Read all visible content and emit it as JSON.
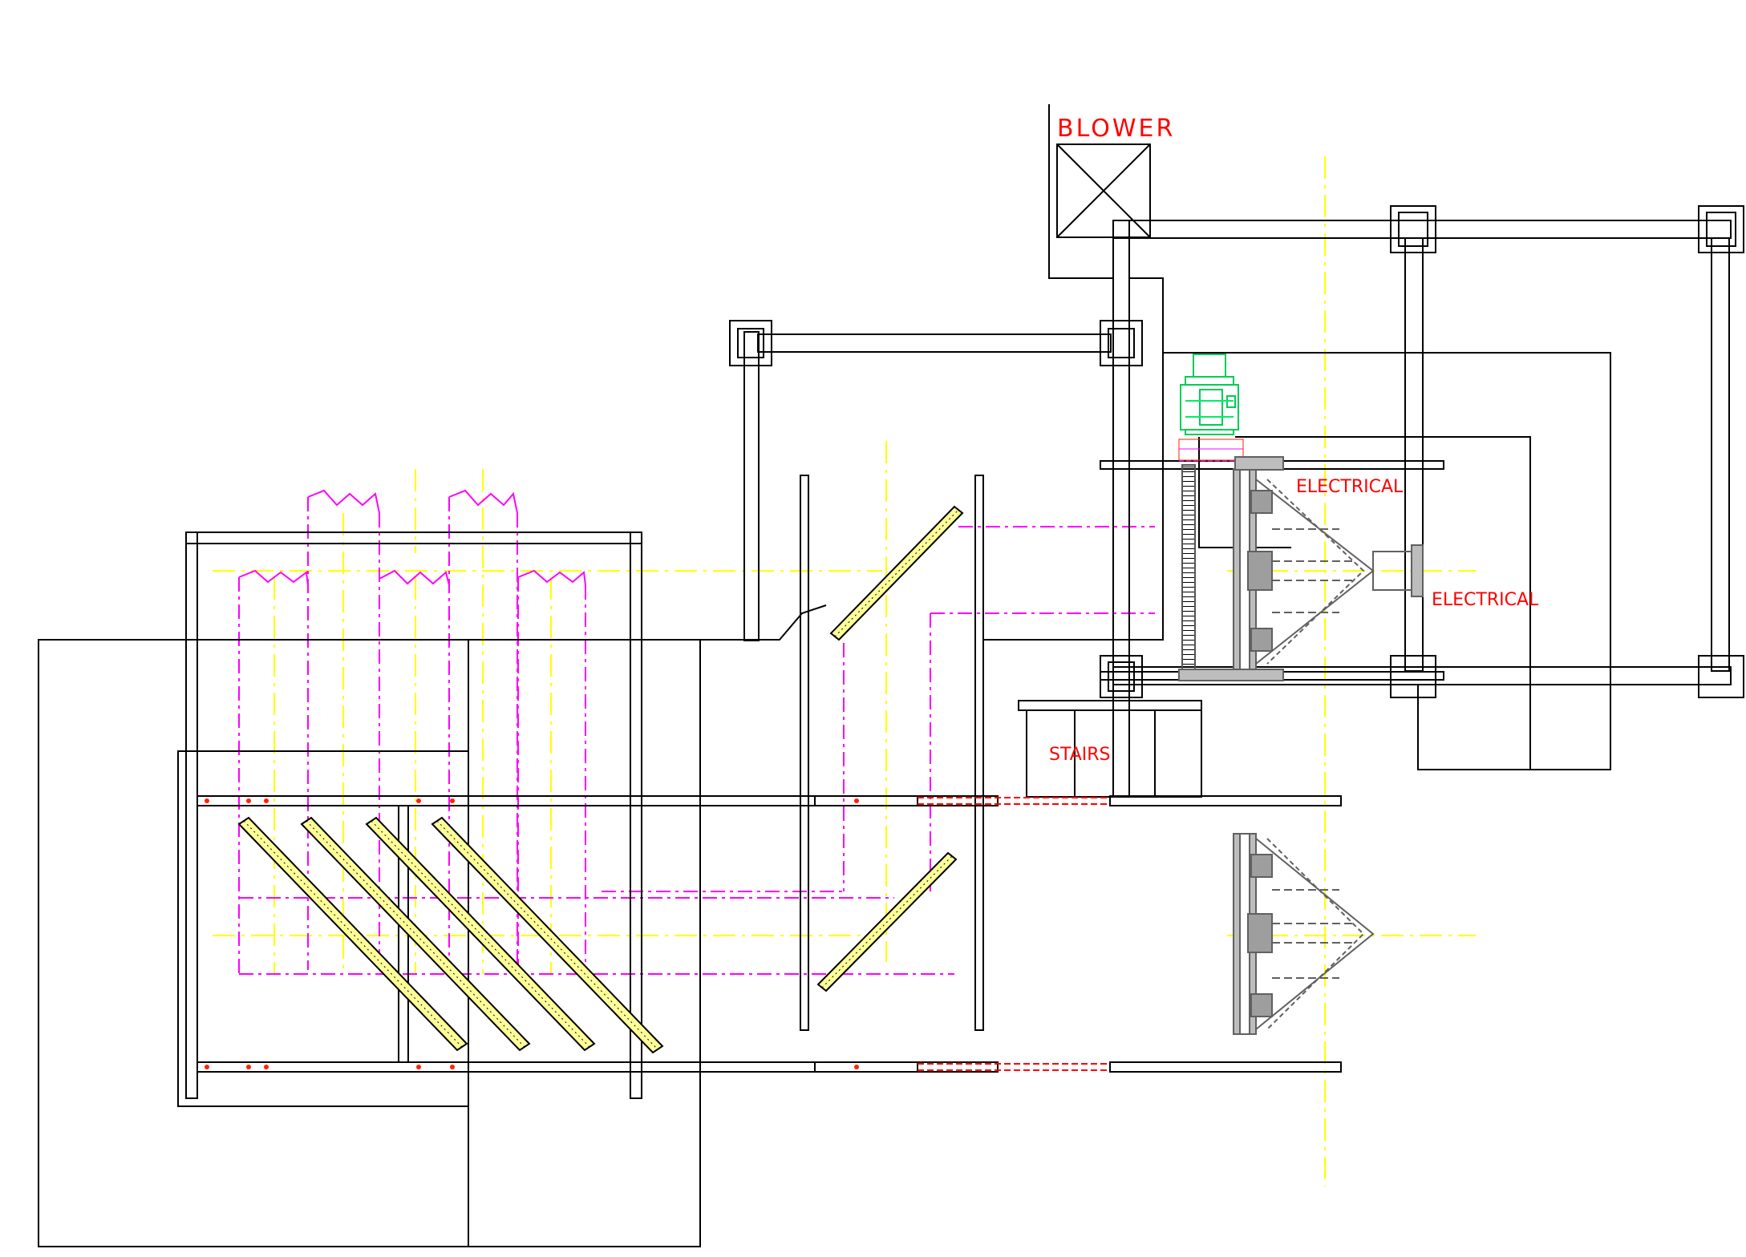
{
  "labels": {
    "blower": "BLOWER",
    "electrical_upper": "ELECTRICAL",
    "electrical_right": "ELECTRICAL",
    "stairs": "STAIRS"
  },
  "colors": {
    "structure": "#000000",
    "centerline": "#ffff00",
    "hidden": "#ff00ff",
    "label": "#ff0000",
    "motor": "#00ee66",
    "louver_fill": "#ffff99",
    "equipment": "#808080",
    "bolt": "#ff2200"
  },
  "icons": {
    "blower_symbol": "crossed-box-icon",
    "motor": "motor-icon",
    "splitter": "cone-hopper-icon"
  }
}
